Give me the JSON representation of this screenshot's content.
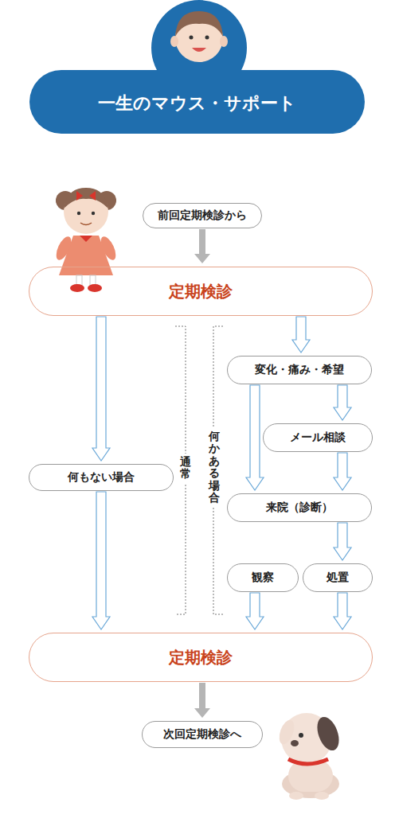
{
  "diagram": {
    "title": "一生のマウス・サポート",
    "nodes": [
      {
        "text": [
          "前回定期検診から"
        ]
      },
      {
        "text": [
          "定期検診"
        ]
      },
      {
        "text": [
          "変化・痛み・希望"
        ]
      },
      {
        "text": [
          "メール相談"
        ]
      },
      {
        "text": [
          "何もない場合"
        ]
      },
      {
        "text": [
          "来院（診断）"
        ]
      },
      {
        "text": [
          "観察"
        ]
      },
      {
        "text": [
          "処置"
        ]
      },
      {
        "text": [
          "定期検診"
        ]
      },
      {
        "text": [
          "次回定期検診へ"
        ]
      }
    ],
    "edges": [
      {
        "from": 0,
        "to": 1,
        "arrow": "to"
      },
      {
        "from": 1,
        "to": 4,
        "arrow": "to"
      },
      {
        "from": 4,
        "to": 8,
        "arrow": "to"
      },
      {
        "from": 1,
        "to": 2,
        "arrow": "to"
      },
      {
        "from": 2,
        "to": 5,
        "arrow": "to"
      },
      {
        "from": 2,
        "to": 3,
        "arrow": "to"
      },
      {
        "from": 3,
        "to": 5,
        "arrow": "to"
      },
      {
        "from": 5,
        "to": 7,
        "arrow": "to"
      },
      {
        "from": 6,
        "to": 8,
        "arrow": "to"
      },
      {
        "from": 7,
        "to": 8,
        "arrow": "to"
      },
      {
        "from": 8,
        "to": 9,
        "arrow": "to"
      }
    ],
    "labels": [
      "通常",
      "何かある場合"
    ]
  }
}
